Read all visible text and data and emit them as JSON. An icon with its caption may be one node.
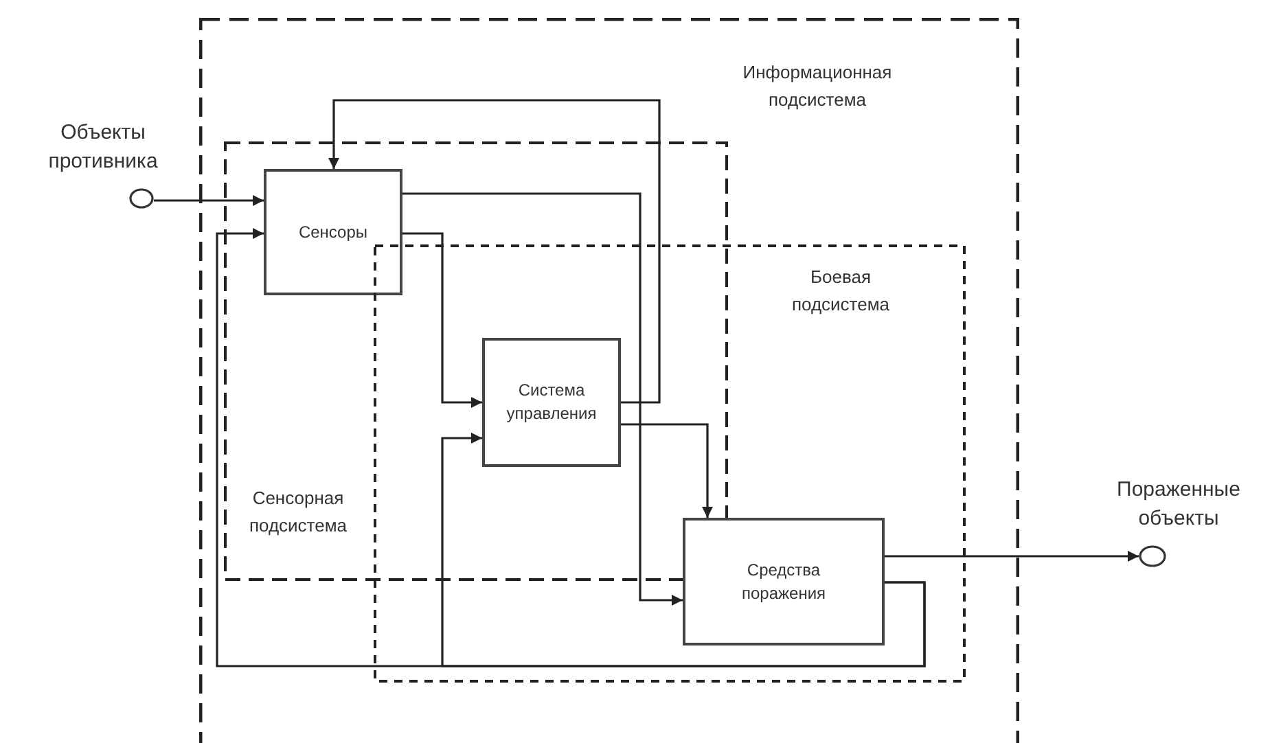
{
  "diagram": {
    "nodes": [
      {
        "text": [
          "Информационная подсистема"
        ]
      },
      {
        "text": [
          "Сенсорная подсистема"
        ],
        "in": 0
      },
      {
        "text": [
          "Боевая подсистема"
        ],
        "in": 0
      },
      {
        "text": [
          "Сенсоры"
        ],
        "in": 1
      },
      {
        "text": [
          "Система управления"
        ]
      },
      {
        "text": [
          "Средства поражения"
        ],
        "in": 2
      },
      {
        "text": [],
        "shape": "circle",
        "beside": [
          "Объекты противника"
        ]
      },
      {
        "text": [],
        "shape": "circle",
        "beside": [
          "Пораженные объекты"
        ]
      }
    ],
    "edges": [
      {
        "from": 6,
        "to": 3,
        "arrow": "to"
      },
      {
        "from": 4,
        "to": 3,
        "arrow": "to"
      },
      {
        "from": 3,
        "to": 5,
        "arrow": "to"
      },
      {
        "from": 3,
        "to": 4,
        "arrow": "to"
      },
      {
        "from": 4,
        "to": 5,
        "arrow": "to"
      },
      {
        "from": 5,
        "to": 7,
        "arrow": "to"
      },
      {
        "from": 5,
        "to": 3,
        "arrow": "to"
      },
      {
        "from": 5,
        "to": 4,
        "arrow": "to"
      }
    ]
  }
}
